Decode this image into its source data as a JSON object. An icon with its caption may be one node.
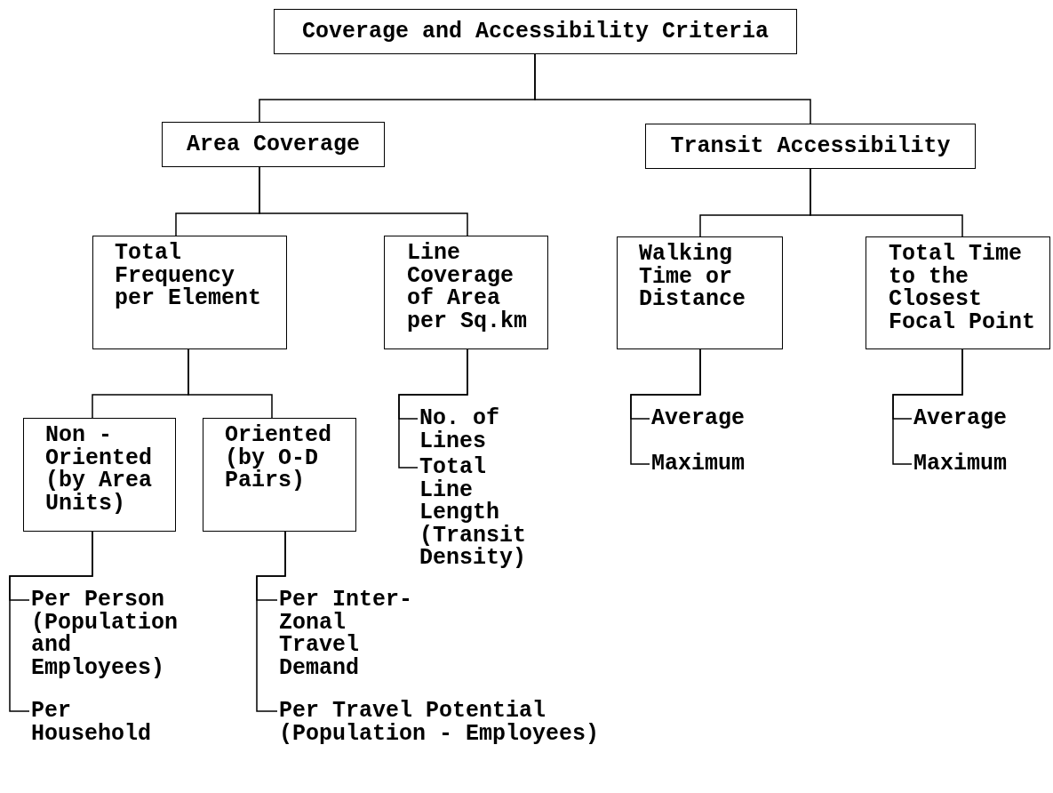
{
  "diagram": {
    "nodes": [
      {
        "text": [
          "Coverage and Accessibility Criteria"
        ]
      },
      {
        "text": [
          "Area Coverage"
        ]
      },
      {
        "text": [
          "Transit Accessibility"
        ]
      },
      {
        "text": [
          "Total Frequency per Element"
        ]
      },
      {
        "text": [
          "Line Coverage of Area per Sq.km"
        ]
      },
      {
        "text": [
          "Walking Time or Distance"
        ]
      },
      {
        "text": [
          "Total Time to the Closest Focal Point"
        ]
      },
      {
        "text": [
          "Non - Oriented (by Area Units)"
        ]
      },
      {
        "text": [
          "Oriented (by O-D Pairs)"
        ]
      },
      {
        "text": [
          "No. of Lines"
        ]
      },
      {
        "text": [
          "Total Line Length (Transit Density)"
        ]
      },
      {
        "text": [
          "Average"
        ]
      },
      {
        "text": [
          "Maximum"
        ]
      },
      {
        "text": [
          "Average"
        ]
      },
      {
        "text": [
          "Maximum"
        ]
      },
      {
        "text": [
          "Per Person (Population and Employees)"
        ]
      },
      {
        "text": [
          "Per Household"
        ]
      },
      {
        "text": [
          "Per Inter-Zonal Travel Demand"
        ]
      },
      {
        "text": [
          "Per Travel Potential (Population - Employees)"
        ]
      }
    ],
    "edges": [
      {
        "from": 0,
        "to": 1,
        "arrow": "none"
      },
      {
        "from": 0,
        "to": 2,
        "arrow": "none"
      },
      {
        "from": 1,
        "to": 3,
        "arrow": "none"
      },
      {
        "from": 1,
        "to": 4,
        "arrow": "none"
      },
      {
        "from": 2,
        "to": 5,
        "arrow": "none"
      },
      {
        "from": 2,
        "to": 6,
        "arrow": "none"
      },
      {
        "from": 3,
        "to": 7,
        "arrow": "none"
      },
      {
        "from": 3,
        "to": 8,
        "arrow": "none"
      },
      {
        "from": 4,
        "to": 9,
        "arrow": "none"
      },
      {
        "from": 4,
        "to": 10,
        "arrow": "none"
      },
      {
        "from": 5,
        "to": 11,
        "arrow": "none"
      },
      {
        "from": 5,
        "to": 12,
        "arrow": "none"
      },
      {
        "from": 6,
        "to": 13,
        "arrow": "none"
      },
      {
        "from": 6,
        "to": 14,
        "arrow": "none"
      },
      {
        "from": 7,
        "to": 15,
        "arrow": "none"
      },
      {
        "from": 7,
        "to": 16,
        "arrow": "none"
      },
      {
        "from": 8,
        "to": 17,
        "arrow": "none"
      },
      {
        "from": 8,
        "to": 18,
        "arrow": "none"
      }
    ]
  }
}
